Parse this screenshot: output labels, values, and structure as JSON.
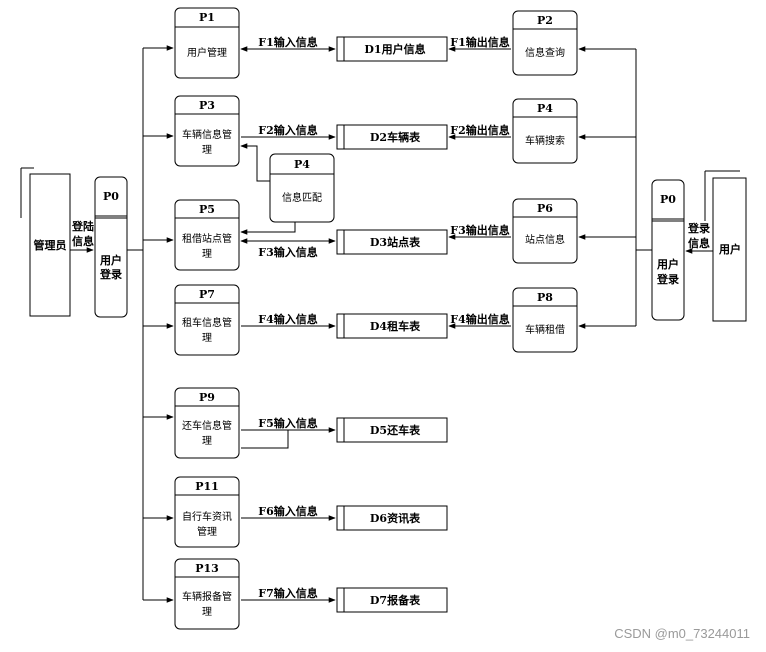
{
  "entities": {
    "admin": "管理员",
    "user": "用户"
  },
  "login_left": {
    "id": "P0",
    "line1": "用户",
    "line2": "登录",
    "flow1": "登陆",
    "flow2": "信息"
  },
  "login_right": {
    "id": "P0",
    "line1": "用户",
    "line2": "登录",
    "flow1": "登录",
    "flow2": "信息"
  },
  "processes": {
    "p1": {
      "id": "P1",
      "line1": "用户管理",
      "line2": ""
    },
    "p2": {
      "id": "P2",
      "line1": "信息查询",
      "line2": ""
    },
    "p3": {
      "id": "P3",
      "line1": "车辆信息管",
      "line2": "理"
    },
    "p4a": {
      "id": "P4",
      "line1": "车辆搜索",
      "line2": ""
    },
    "p4b": {
      "id": "P4",
      "line1": "信息匹配",
      "line2": ""
    },
    "p5": {
      "id": "P5",
      "line1": "租借站点管",
      "line2": "理"
    },
    "p6": {
      "id": "P6",
      "line1": "站点信息",
      "line2": ""
    },
    "p7": {
      "id": "P7",
      "line1": "租车信息管",
      "line2": "理"
    },
    "p8": {
      "id": "P8",
      "line1": "车辆租借",
      "line2": ""
    },
    "p9": {
      "id": "P9",
      "line1": "还车信息管",
      "line2": "理"
    },
    "p11": {
      "id": "P11",
      "line1": "自行车资讯",
      "line2": "管理"
    },
    "p13": {
      "id": "P13",
      "line1": "车辆报备管",
      "line2": "理"
    }
  },
  "stores": {
    "d1": "D1用户信息",
    "d2": "D2车辆表",
    "d3": "D3站点表",
    "d4": "D4租车表",
    "d5": "D5还车表",
    "d6": "D6资讯表",
    "d7": "D7报备表"
  },
  "flows": {
    "f1_in": "F1输入信息",
    "f1_out": "F1输出信息",
    "f2_in": "F2输入信息",
    "f2_out": "F2输出信息",
    "f3_in": "F3输入信息",
    "f3_out": "F3输出信息",
    "f4_in": "F4输入信息",
    "f4_out": "F4输出信息",
    "f5_in": "F5输入信息",
    "f6_in": "F6输入信息",
    "f7_in": "F7输入信息"
  },
  "watermark": "CSDN @m0_73244011"
}
